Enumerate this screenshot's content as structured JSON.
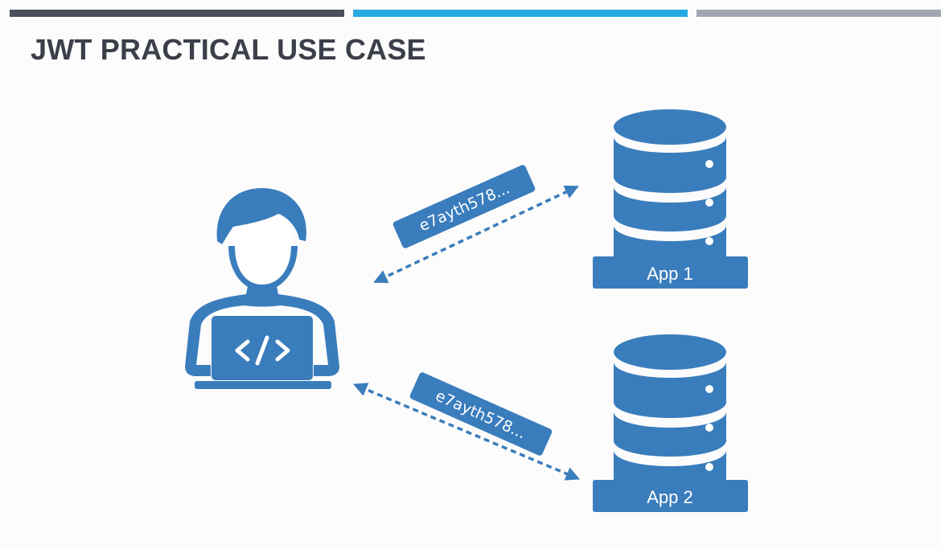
{
  "slide": {
    "title": "JWT PRACTICAL USE CASE",
    "accent_colors": [
      "#4a4f5b",
      "#27a9e1",
      "#a2a6b1"
    ]
  },
  "diagram": {
    "icon_color": "#3a7dbd",
    "nodes": [
      {
        "id": "developer",
        "icon": "developer-laptop-icon"
      },
      {
        "id": "app-1",
        "icon": "database-icon",
        "label": "App 1"
      },
      {
        "id": "app-2",
        "icon": "database-icon",
        "label": "App 2"
      }
    ],
    "tokens": [
      {
        "between": "developer|app-1",
        "text": "e7ayth578..."
      },
      {
        "between": "developer|app-2",
        "text": "e7ayth578..."
      }
    ]
  }
}
